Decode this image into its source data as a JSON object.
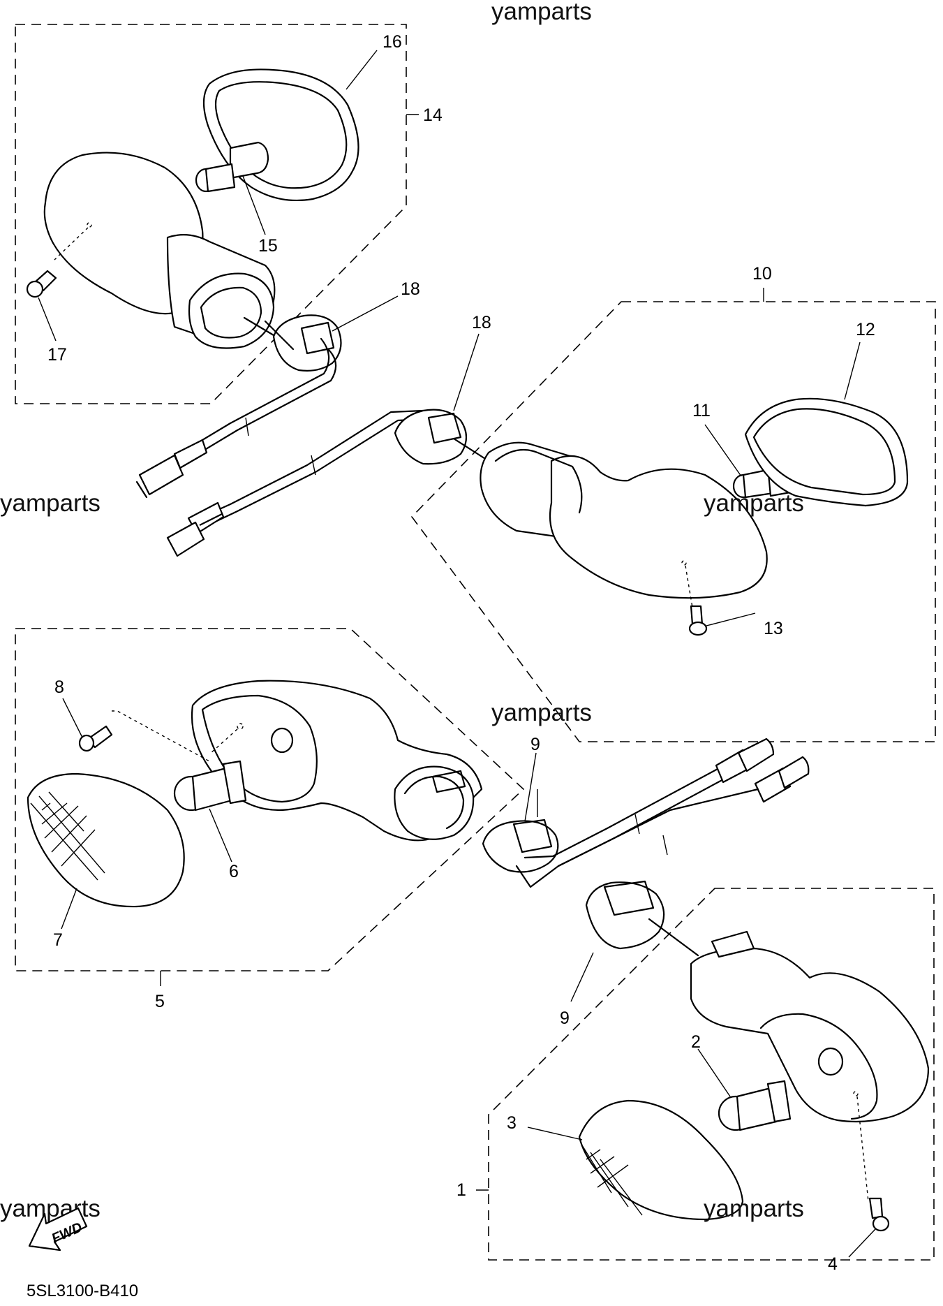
{
  "watermarks": [
    "yamparts",
    "yamparts",
    "yamparts",
    "yamparts",
    "yamparts",
    "yamparts"
  ],
  "diagram_code": "5SL3100-B410",
  "fwd_label": "FWD",
  "callouts": {
    "c1": "1",
    "c2": "2",
    "c3": "3",
    "c4": "4",
    "c5": "5",
    "c6": "6",
    "c7": "7",
    "c8": "8",
    "c9a": "9",
    "c9b": "9",
    "c10": "10",
    "c11": "11",
    "c12": "12",
    "c13": "13",
    "c14": "14",
    "c15": "15",
    "c16": "16",
    "c17": "17",
    "c18a": "18",
    "c18b": "18"
  }
}
